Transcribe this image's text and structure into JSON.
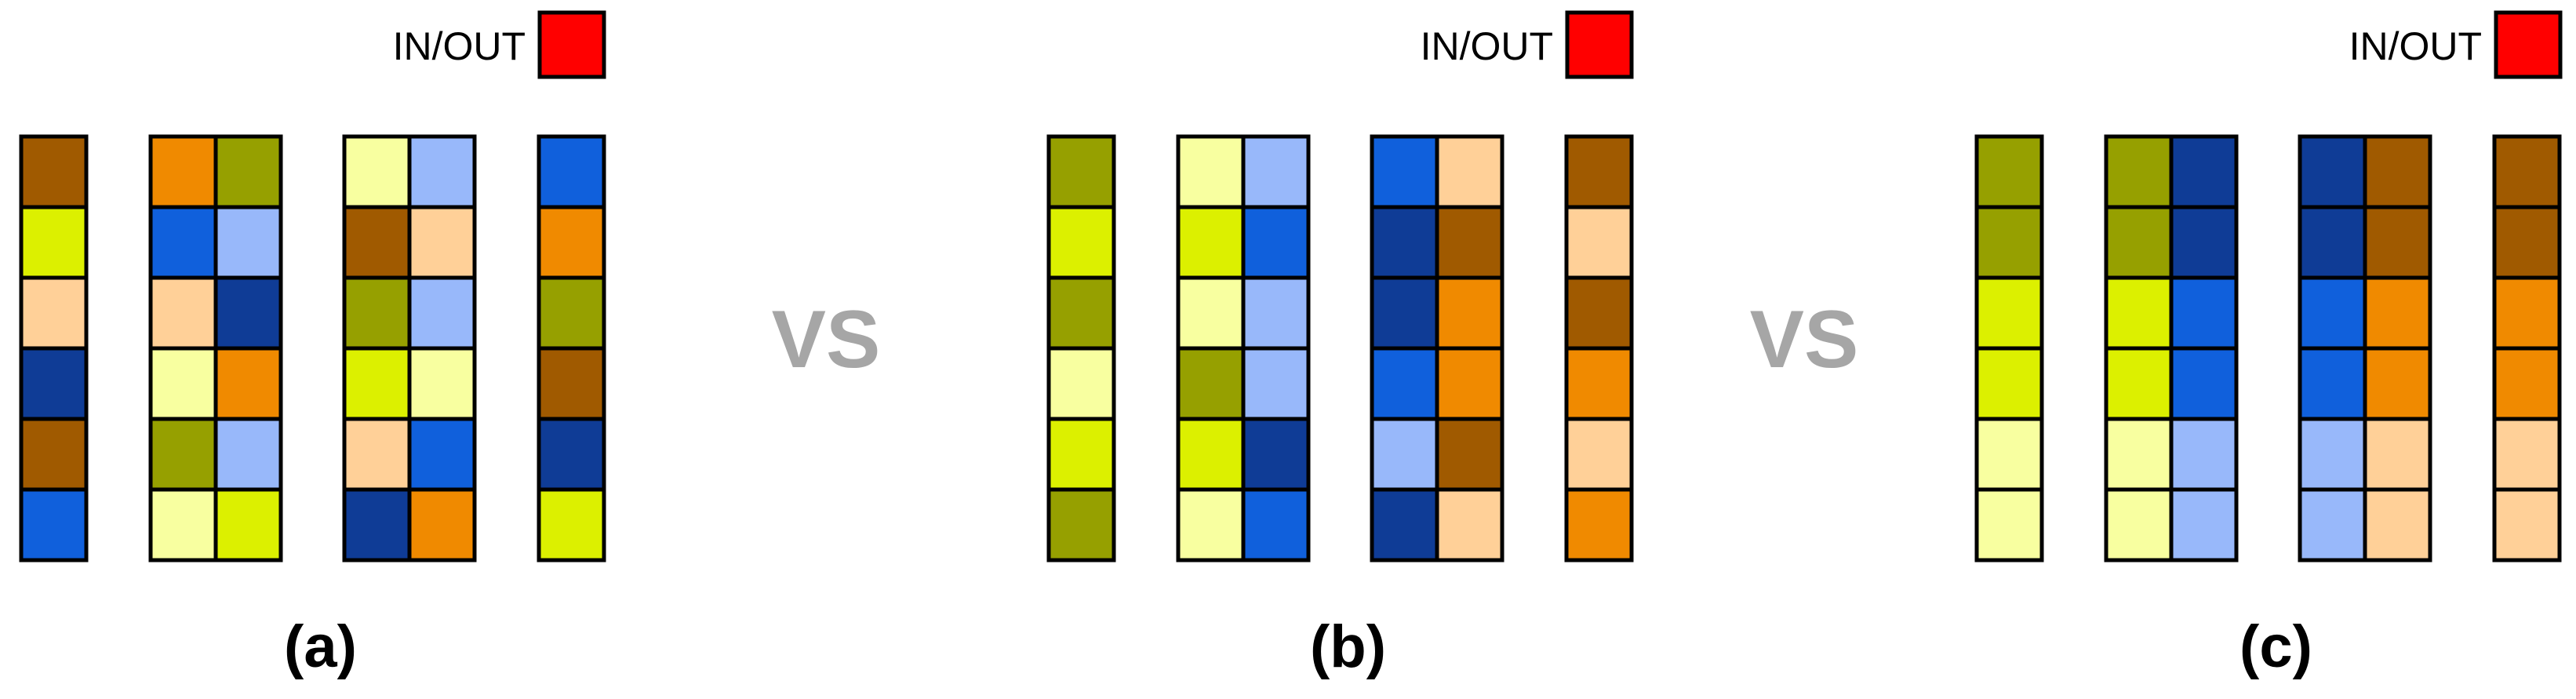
{
  "colors": {
    "brown": "#A05A00",
    "lime": "#DCF000",
    "peach": "#FFD098",
    "navy": "#0F3C96",
    "blue": "#1060DC",
    "orange": "#F08A00",
    "olive": "#96A000",
    "paleyellow": "#F8FFA0",
    "lightblue": "#98B8FA",
    "red": "#FF0000"
  },
  "inout_label": "IN/OUT",
  "vs_label": "VS",
  "panels": [
    {
      "caption": "(a)",
      "groups": [
        [
          [
            "brown",
            "lime",
            "peach",
            "navy",
            "brown",
            "blue"
          ]
        ],
        [
          [
            "orange",
            "blue",
            "peach",
            "paleyellow",
            "olive",
            "paleyellow"
          ],
          [
            "olive",
            "lightblue",
            "navy",
            "orange",
            "lightblue",
            "lime"
          ]
        ],
        [
          [
            "paleyellow",
            "brown",
            "olive",
            "lime",
            "peach",
            "navy"
          ],
          [
            "lightblue",
            "peach",
            "lightblue",
            "paleyellow",
            "blue",
            "orange"
          ]
        ],
        [
          [
            "blue",
            "orange",
            "olive",
            "brown",
            "navy",
            "lime"
          ]
        ]
      ]
    },
    {
      "caption": "(b)",
      "groups": [
        [
          [
            "olive",
            "lime",
            "olive",
            "paleyellow",
            "lime",
            "olive"
          ]
        ],
        [
          [
            "paleyellow",
            "lime",
            "paleyellow",
            "olive",
            "lime",
            "paleyellow"
          ],
          [
            "lightblue",
            "blue",
            "lightblue",
            "lightblue",
            "navy",
            "blue"
          ]
        ],
        [
          [
            "blue",
            "navy",
            "navy",
            "blue",
            "lightblue",
            "navy"
          ],
          [
            "peach",
            "brown",
            "orange",
            "orange",
            "brown",
            "peach"
          ]
        ],
        [
          [
            "brown",
            "peach",
            "brown",
            "orange",
            "peach",
            "orange"
          ]
        ]
      ]
    },
    {
      "caption": "(c)",
      "groups": [
        [
          [
            "olive",
            "olive",
            "lime",
            "lime",
            "paleyellow",
            "paleyellow"
          ]
        ],
        [
          [
            "olive",
            "olive",
            "lime",
            "lime",
            "paleyellow",
            "paleyellow"
          ],
          [
            "navy",
            "navy",
            "blue",
            "blue",
            "lightblue",
            "lightblue"
          ]
        ],
        [
          [
            "navy",
            "navy",
            "blue",
            "blue",
            "lightblue",
            "lightblue"
          ],
          [
            "brown",
            "brown",
            "orange",
            "orange",
            "peach",
            "peach"
          ]
        ],
        [
          [
            "brown",
            "brown",
            "orange",
            "orange",
            "peach",
            "peach"
          ]
        ]
      ]
    }
  ]
}
